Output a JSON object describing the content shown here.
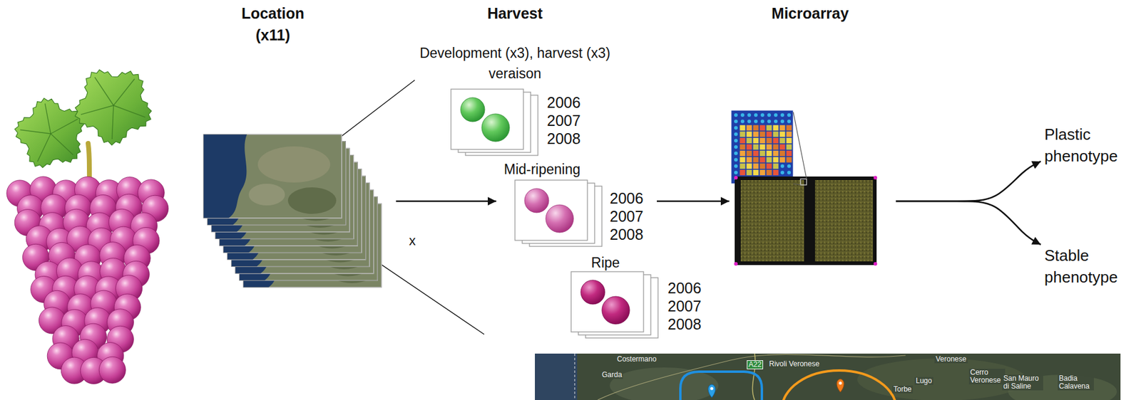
{
  "diagram": {
    "nodes": [
      {
        "text": [
          "Location (x11)"
        ]
      },
      {
        "text": [
          "Development (x3), harvest (x3) veraison",
          "2006",
          "2007",
          "2008"
        ]
      },
      {
        "text": [
          "Mid-ripening",
          "2006",
          "2007",
          "2008"
        ]
      },
      {
        "text": [
          "Ripe",
          "2006",
          "2007",
          "2008"
        ]
      },
      {
        "text": [
          "Microarray"
        ]
      },
      {
        "text": [
          "Plastic phenotype"
        ]
      },
      {
        "text": [
          "Stable phenotype"
        ]
      }
    ],
    "edges": [
      {
        "from": 0,
        "to": 2,
        "arrow": "to"
      },
      {
        "from": 2,
        "to": 4,
        "arrow": "to"
      },
      {
        "from": 4,
        "to": 5,
        "arrow": "to"
      },
      {
        "from": 4,
        "to": 6,
        "arrow": "to"
      }
    ],
    "labels": [
      "Harvest",
      "x",
      "Costermano",
      "Garda",
      "A22",
      "Rivoli Veronese",
      "Torbe",
      "Lugo",
      "Veronese",
      "Cerro Veronese",
      "San Mauro di Saline",
      "Badia Calavena"
    ]
  }
}
